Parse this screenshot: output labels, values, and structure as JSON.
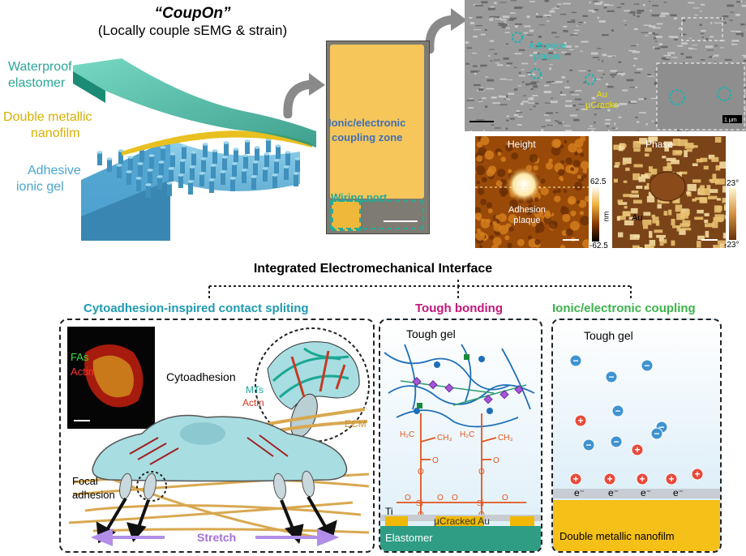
{
  "header": {
    "title": "“CoupOn”",
    "subtitle": "(Locally couple sEMG & strain)"
  },
  "layers": {
    "top": "Waterproof elastomer",
    "top_l1": "Waterproof",
    "top_l2": "elastomer",
    "mid_l1": "Double metallic",
    "mid_l2": "nanofilm",
    "bot_l1": "Adhesive",
    "bot_l2": "ionic gel"
  },
  "photo": {
    "zone_l1": "Ionic/electronic",
    "zone_l2": "coupling zone",
    "port": "Wiring port"
  },
  "sem": {
    "plaque_l1": "Adhesion",
    "plaque_l2": "plaque",
    "au_l1": "Au",
    "au_l2": "μCracks",
    "scale": "1 μm"
  },
  "afm_height": {
    "title": "Height",
    "label_l1": "Adhesion",
    "label_l2": "plaque",
    "max": "62.5",
    "min": "-62.5",
    "unit": "nm"
  },
  "afm_phase": {
    "title": "Phase",
    "label": "Au",
    "max": "23°",
    "min": "-23°"
  },
  "interface_title": "Integrated Electromechanical Interface",
  "sections": {
    "cyto": "Cytoadhesion-inspired contact spliting",
    "tough": "Tough bonding",
    "ionic": "Ionic/electronic coupling"
  },
  "cyto_panel": {
    "fas": "FAs",
    "actin": "Actin",
    "cytoadhesion": "Cytoadhesion",
    "mts": "MTs",
    "actin2": "Actin",
    "ecm": "ECM",
    "focal_l1": "Focal",
    "focal_l2": "adhesion",
    "stretch": "Stretch"
  },
  "tough_panel": {
    "gel": "Tough gel",
    "h2c": "H₂C",
    "ch3": "CH₃",
    "o": "O",
    "si": "Si",
    "ti": "Ti",
    "au": "μCracked Au",
    "elastomer": "Elastomer"
  },
  "ionic_panel": {
    "gel": "Tough gel",
    "electron": "e⁻",
    "nanofilm": "Double metallic nanofilm",
    "minus": "−",
    "plus": "+"
  },
  "colors": {
    "teal": "#2aa795",
    "gold": "#e3b800",
    "blue_gel": "#5fb0d4",
    "magenta": "#c2177a",
    "green": "#3bb34a",
    "cyan_title": "#1f9bb2"
  }
}
